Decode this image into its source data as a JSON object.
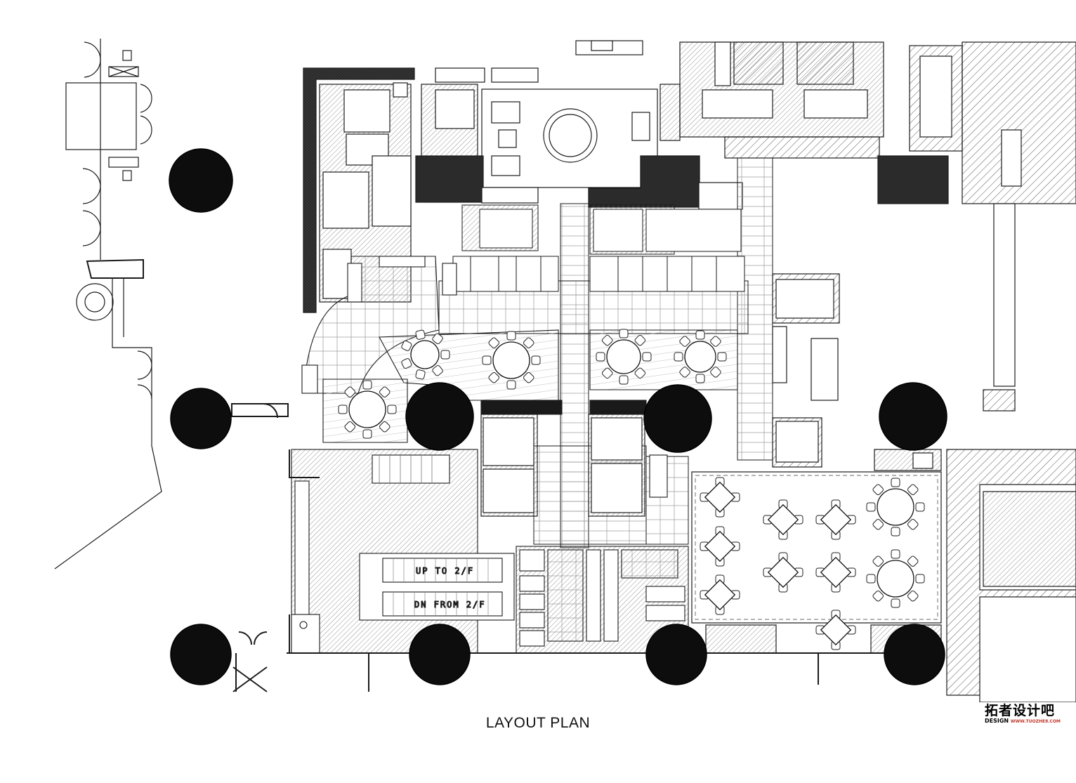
{
  "drawing": {
    "caption": "LAYOUT PLAN",
    "stair_up_label": "UP TO 2/F",
    "stair_down_label": "DN FROM 2/F"
  },
  "watermark": {
    "brand": "拓者设计吧",
    "prefix": "DESIGN",
    "url": "WWW.TUOZHE8.COM"
  },
  "colors": {
    "line": "#1a1a1a",
    "hatch": "#444444",
    "column_fill": "#0d0d0d",
    "tile": "#8a8a8a"
  }
}
